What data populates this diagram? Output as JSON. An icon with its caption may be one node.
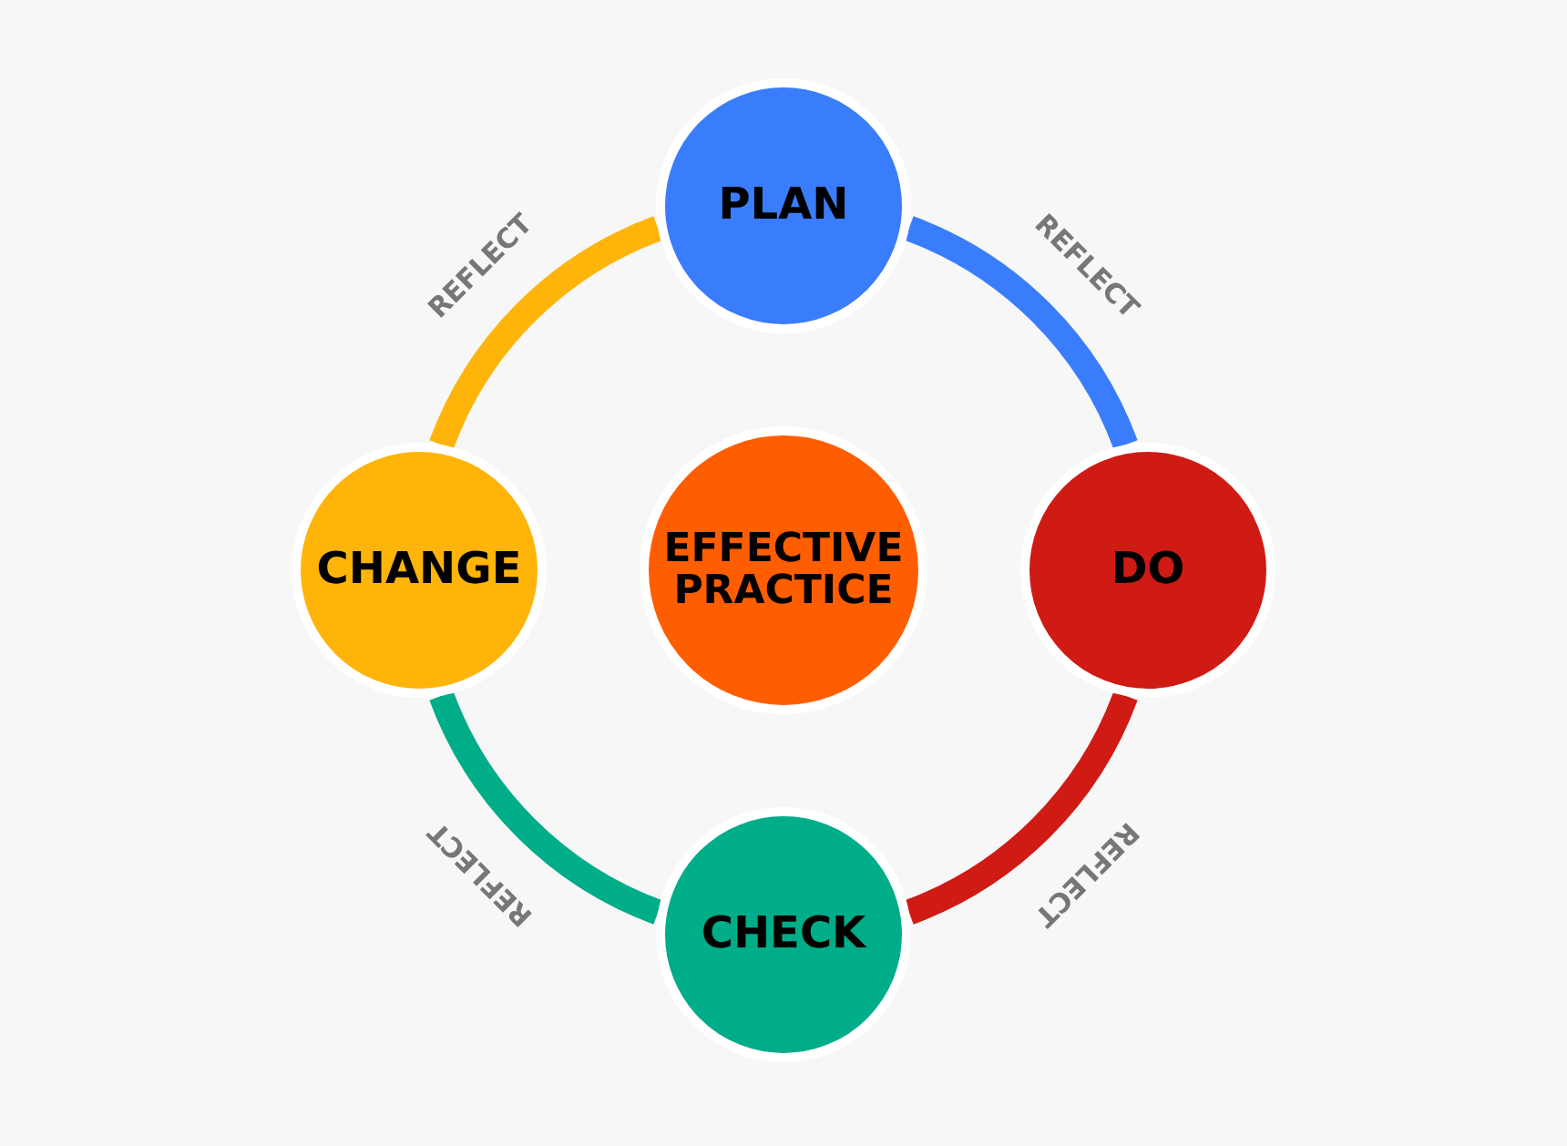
{
  "diagram": {
    "nodes": [
      {
        "text": [
          "PLAN"
        ]
      },
      {
        "text": [
          "CHANGE"
        ]
      },
      {
        "text": [
          "EFFECTIVE PRACTICE"
        ]
      },
      {
        "text": [
          "DO"
        ]
      },
      {
        "text": [
          "CHECK"
        ]
      }
    ],
    "edges": [
      {
        "from": 0,
        "to": 3,
        "arrow": "none",
        "label": "REFLECT",
        "color": "#3a7dfc"
      },
      {
        "from": 3,
        "to": 4,
        "arrow": "none",
        "label": "REFLECT",
        "color": "#d01a14"
      },
      {
        "from": 4,
        "to": 1,
        "arrow": "none",
        "label": "REFLECT",
        "color": "#00ad89"
      },
      {
        "from": 1,
        "to": 0,
        "arrow": "none",
        "label": "REFLECT",
        "color": "#ffb409"
      }
    ]
  }
}
